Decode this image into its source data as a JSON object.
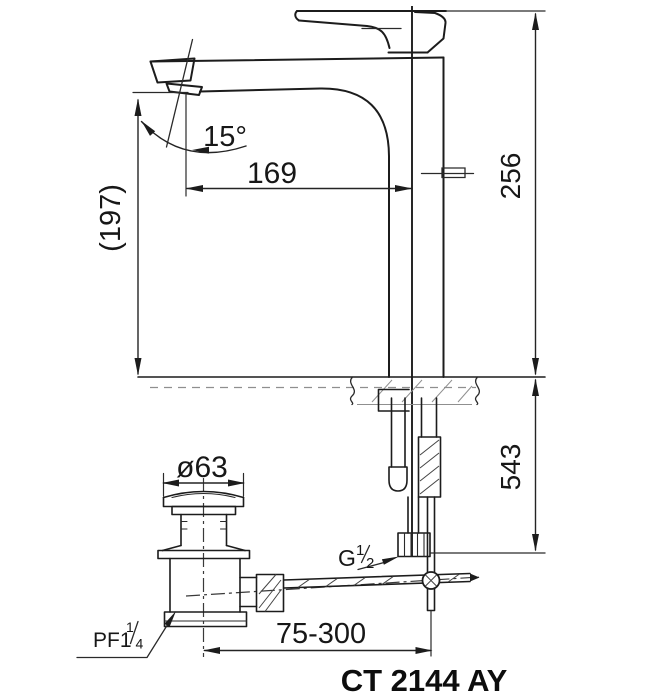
{
  "drawing": {
    "kind": "faucet-installation-dimension-drawing",
    "line_color": "#1c1c1c",
    "background": "#ffffff"
  },
  "dimensions": {
    "spout_angle": "15°",
    "spout_reach": "169",
    "spout_outlet_height": "(197)",
    "overall_height": "256",
    "below_counter_depth": "543",
    "drain_flange_diameter": "ø63",
    "lift_rod_range": "75-300"
  },
  "thread_labels": {
    "supply": {
      "prefix": "G",
      "numerator": "1",
      "denominator": "2"
    },
    "drain": {
      "prefix": "PF1",
      "numerator": "1",
      "denominator": "4"
    }
  },
  "model_code": "CT 2144 AY"
}
